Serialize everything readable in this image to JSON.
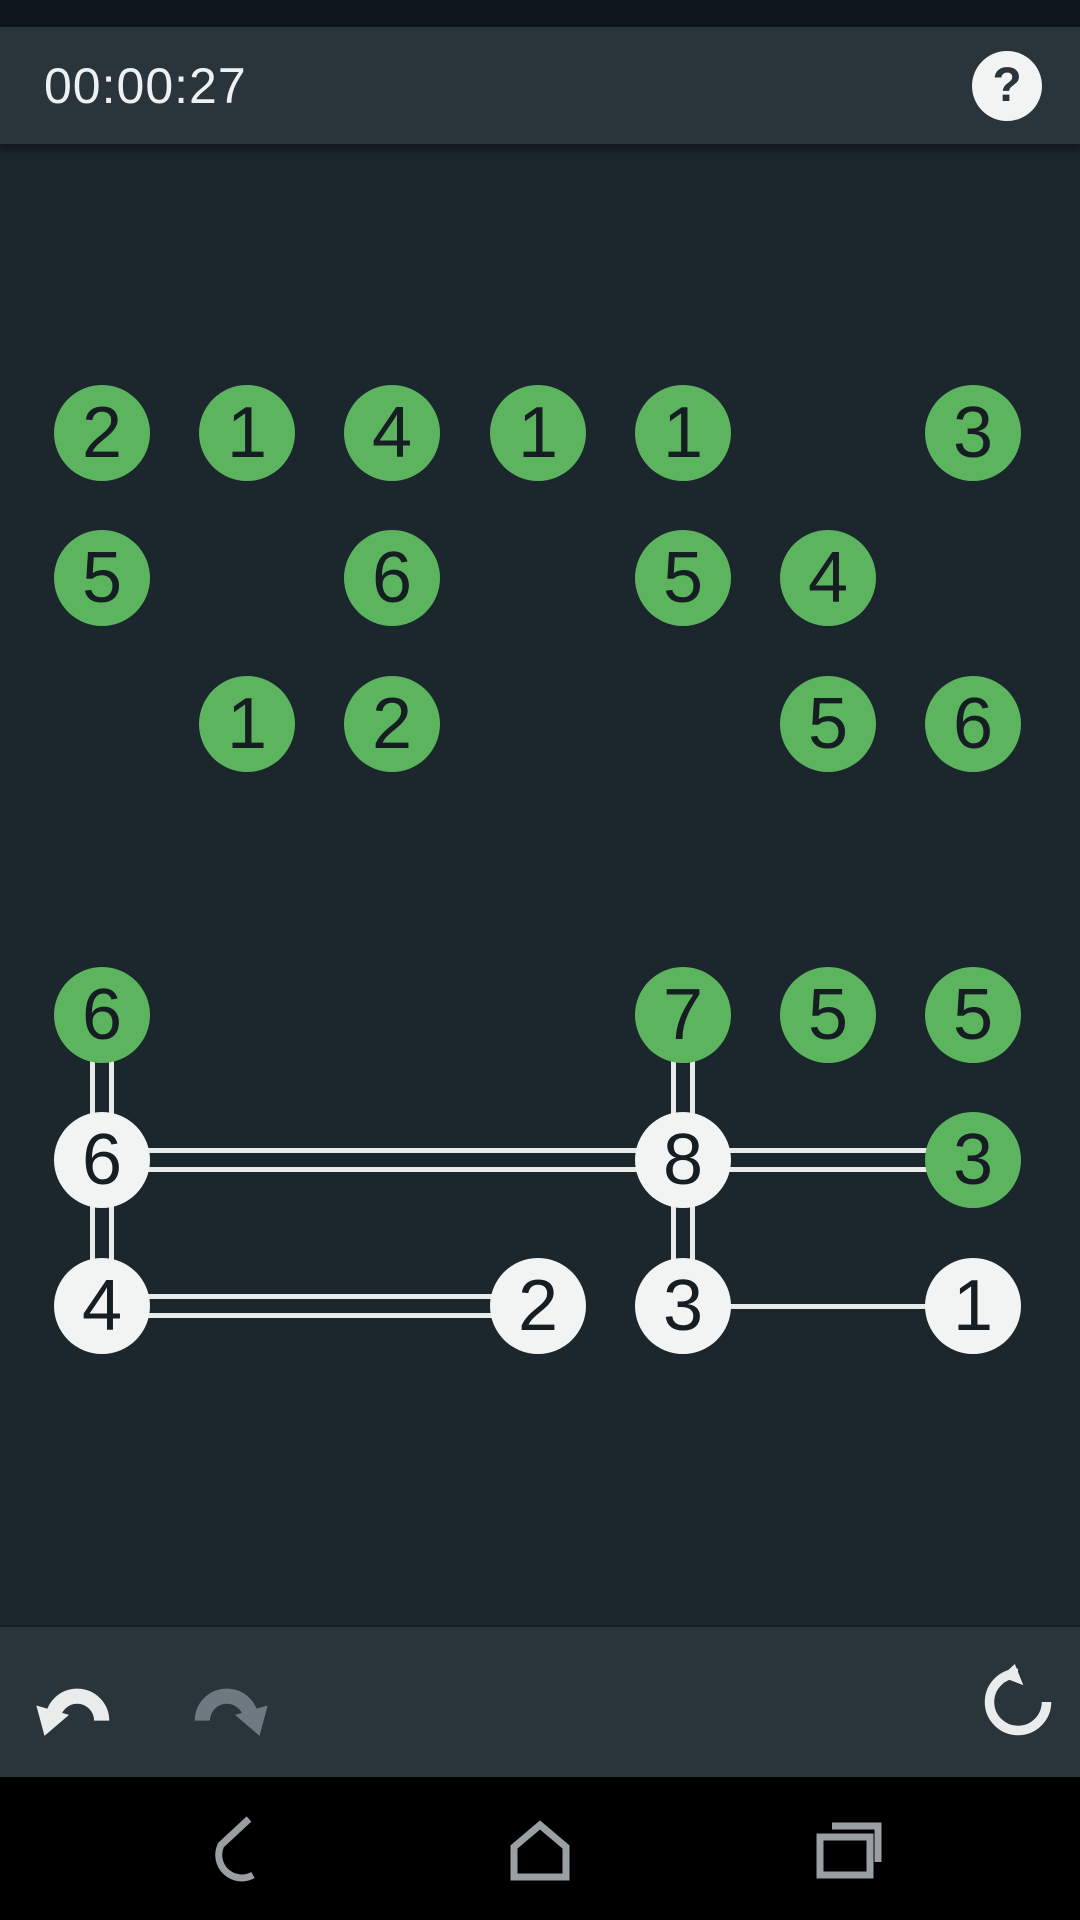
{
  "top_bar": {
    "timer": "00:00:27",
    "help_glyph": "?"
  },
  "board": {
    "col_x": [
      102,
      247,
      392,
      538,
      683,
      828,
      973
    ],
    "row_y": [
      433,
      578,
      724,
      869,
      1015,
      1160,
      1306
    ],
    "circle_radius": 48,
    "circles": [
      {
        "col": 0,
        "row": 0,
        "value": "2",
        "state": "green"
      },
      {
        "col": 1,
        "row": 0,
        "value": "1",
        "state": "green"
      },
      {
        "col": 2,
        "row": 0,
        "value": "4",
        "state": "green"
      },
      {
        "col": 3,
        "row": 0,
        "value": "1",
        "state": "green"
      },
      {
        "col": 4,
        "row": 0,
        "value": "1",
        "state": "green"
      },
      {
        "col": 6,
        "row": 0,
        "value": "3",
        "state": "green"
      },
      {
        "col": 0,
        "row": 1,
        "value": "5",
        "state": "green"
      },
      {
        "col": 2,
        "row": 1,
        "value": "6",
        "state": "green"
      },
      {
        "col": 4,
        "row": 1,
        "value": "5",
        "state": "green"
      },
      {
        "col": 5,
        "row": 1,
        "value": "4",
        "state": "green"
      },
      {
        "col": 1,
        "row": 2,
        "value": "1",
        "state": "green"
      },
      {
        "col": 2,
        "row": 2,
        "value": "2",
        "state": "green"
      },
      {
        "col": 5,
        "row": 2,
        "value": "5",
        "state": "green"
      },
      {
        "col": 6,
        "row": 2,
        "value": "6",
        "state": "green"
      },
      {
        "col": 0,
        "row": 4,
        "value": "6",
        "state": "green"
      },
      {
        "col": 4,
        "row": 4,
        "value": "7",
        "state": "green"
      },
      {
        "col": 5,
        "row": 4,
        "value": "5",
        "state": "green"
      },
      {
        "col": 6,
        "row": 4,
        "value": "5",
        "state": "green"
      },
      {
        "col": 0,
        "row": 5,
        "value": "6",
        "state": "white"
      },
      {
        "col": 4,
        "row": 5,
        "value": "8",
        "state": "white"
      },
      {
        "col": 6,
        "row": 5,
        "value": "3",
        "state": "green"
      },
      {
        "col": 0,
        "row": 6,
        "value": "4",
        "state": "white"
      },
      {
        "col": 3,
        "row": 6,
        "value": "2",
        "state": "white"
      },
      {
        "col": 4,
        "row": 6,
        "value": "3",
        "state": "white"
      },
      {
        "col": 6,
        "row": 6,
        "value": "1",
        "state": "white"
      }
    ],
    "bridges": [
      {
        "from": [
          0,
          4
        ],
        "to": [
          0,
          5
        ],
        "count": 2
      },
      {
        "from": [
          0,
          5
        ],
        "to": [
          0,
          6
        ],
        "count": 2
      },
      {
        "from": [
          0,
          5
        ],
        "to": [
          4,
          5
        ],
        "count": 2
      },
      {
        "from": [
          4,
          4
        ],
        "to": [
          4,
          5
        ],
        "count": 2
      },
      {
        "from": [
          4,
          5
        ],
        "to": [
          6,
          5
        ],
        "count": 2
      },
      {
        "from": [
          4,
          5
        ],
        "to": [
          4,
          6
        ],
        "count": 2
      },
      {
        "from": [
          0,
          6
        ],
        "to": [
          3,
          6
        ],
        "count": 2
      },
      {
        "from": [
          4,
          6
        ],
        "to": [
          6,
          6
        ],
        "count": 1
      }
    ]
  },
  "toolbar": {
    "buttons": [
      {
        "name": "undo",
        "icon": "undo-arrow-icon",
        "enabled": true
      },
      {
        "name": "redo",
        "icon": "redo-arrow-icon",
        "enabled": false
      },
      {
        "name": "restart",
        "icon": "restart-circular-arrow-icon",
        "enabled": true
      }
    ]
  },
  "nav_bar": {
    "buttons": [
      {
        "name": "back",
        "icon": "back-arrow-icon"
      },
      {
        "name": "home",
        "icon": "home-icon"
      },
      {
        "name": "recents",
        "icon": "recent-apps-icon"
      }
    ]
  },
  "colors": {
    "background": "#1c262d",
    "status_background": "#10171c",
    "bar_background": "#2a343b",
    "nav_background": "#000000",
    "green": "#5cb55e",
    "white_node": "#f2f3f3",
    "node_text": "#161d23",
    "bridge": "#e9ebeb",
    "timer_text": "#edf1f1",
    "icon_white": "#e9eceb",
    "icon_disabled": "#6e7a81",
    "nav_icon": "#9aa0a2"
  }
}
